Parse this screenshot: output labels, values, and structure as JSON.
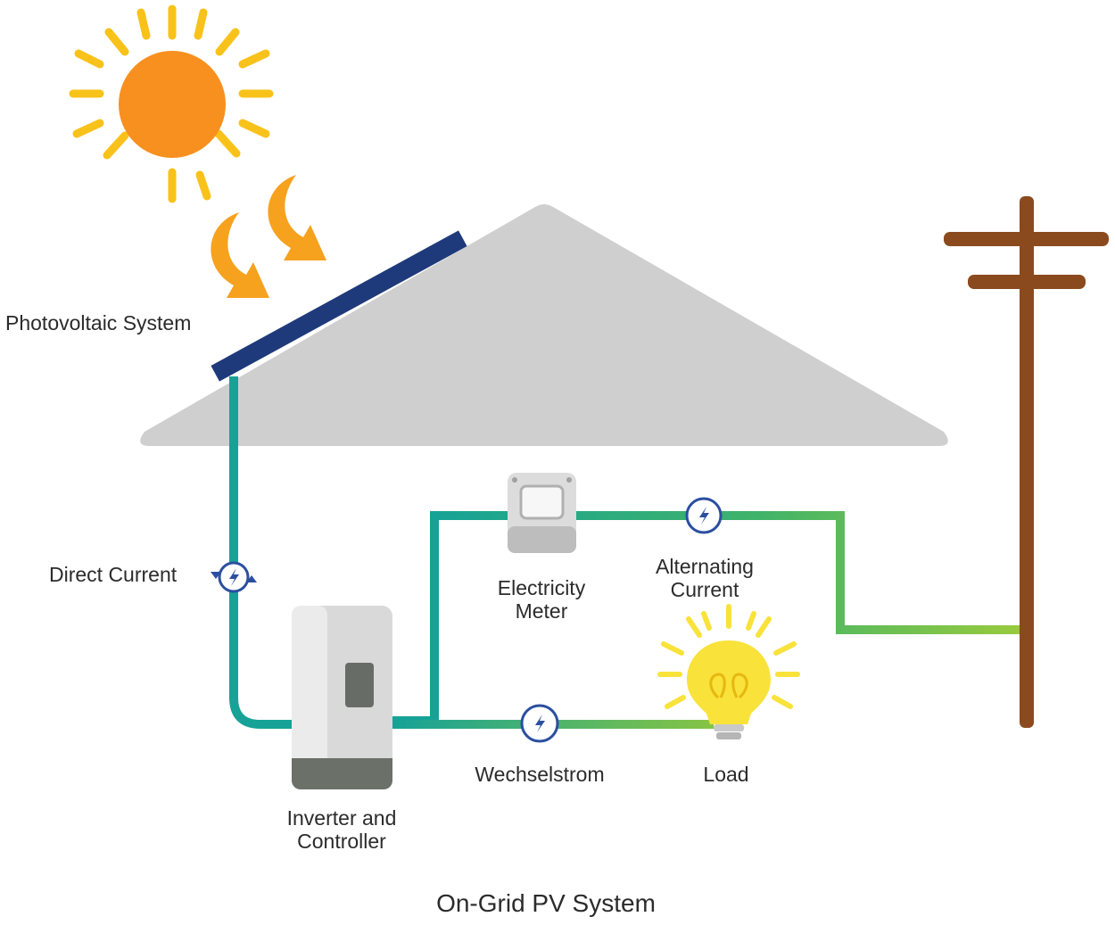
{
  "labels": {
    "photovoltaic": "Photovoltaic System",
    "direct_current": "Direct Current",
    "electricity_meter_1": "Electricity",
    "electricity_meter_2": "Meter",
    "alternating_current_1": "Alternating",
    "alternating_current_2": "Current",
    "inverter_1": "Inverter and",
    "inverter_2": "Controller",
    "wechselstrom": "Wechselstrom",
    "load": "Load"
  },
  "caption": "On-Grid PV System",
  "colors": {
    "sun": "#f7901e",
    "sun_rays": "#f9c21a",
    "sunlight_arrows": "#f6a21e",
    "roof": "#cfcfcf",
    "panel": "#1f3a7a",
    "wire_teal": "#16a297",
    "wire_green": "#8cc63f",
    "pole": "#8b4a1e",
    "bulb": "#f9e23a",
    "inverter_body": "#cfcfcf",
    "inverter_base": "#6b7169",
    "current_symbol": "#2b4fa0"
  },
  "icons": [
    "sun-icon",
    "sunlight-arrow-icon",
    "solar-panel-icon",
    "current-symbol-icon",
    "electricity-meter-icon",
    "inverter-icon",
    "light-bulb-icon",
    "utility-pole-icon"
  ]
}
